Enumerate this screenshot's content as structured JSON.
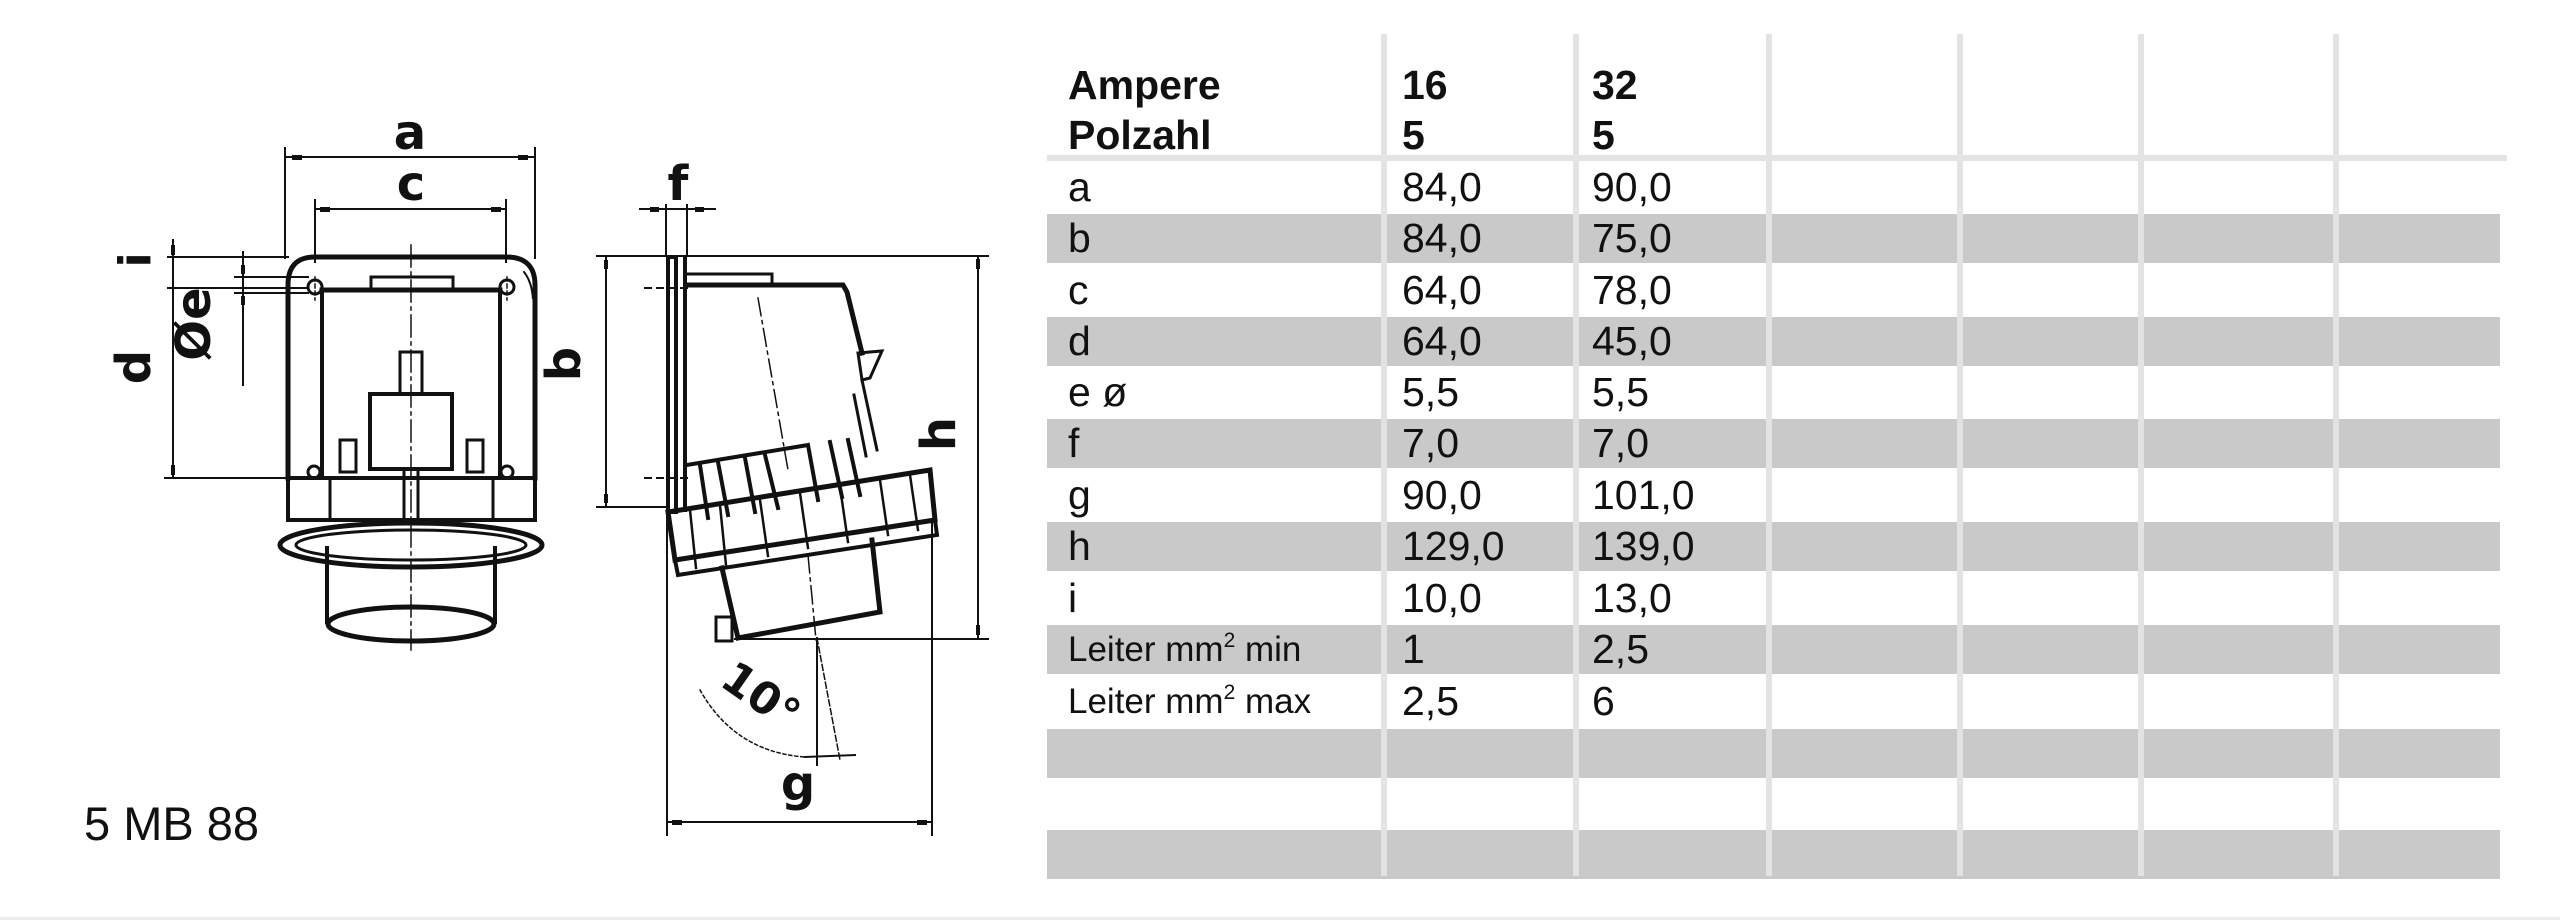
{
  "drawing": {
    "model": "5 MB 88",
    "dimension_labels": {
      "a": "a",
      "c": "c",
      "f": "f",
      "i": "i",
      "e": "Øe",
      "d": "d",
      "b": "b",
      "h": "h",
      "g": "g",
      "angle": "10°"
    }
  },
  "table": {
    "header": {
      "ampere_label": "Ampere",
      "polzahl_label": "Polzahl",
      "columns": [
        {
          "ampere": "16",
          "polzahl": "5"
        },
        {
          "ampere": "32",
          "polzahl": "5"
        }
      ]
    },
    "rows": [
      {
        "label": "a",
        "values": [
          "84,0",
          "90,0"
        ],
        "shade": "white"
      },
      {
        "label": "b",
        "values": [
          "84,0",
          "75,0"
        ],
        "shade": "gray"
      },
      {
        "label": "c",
        "values": [
          "64,0",
          "78,0"
        ],
        "shade": "white"
      },
      {
        "label": "d",
        "values": [
          "64,0",
          "45,0"
        ],
        "shade": "gray"
      },
      {
        "label": "e ø",
        "values": [
          "5,5",
          "5,5"
        ],
        "shade": "white"
      },
      {
        "label": "f",
        "values": [
          "7,0",
          "7,0"
        ],
        "shade": "gray"
      },
      {
        "label": "g",
        "values": [
          "90,0",
          "101,0"
        ],
        "shade": "white"
      },
      {
        "label": "h",
        "values": [
          "129,0",
          "139,0"
        ],
        "shade": "gray"
      },
      {
        "label": "i",
        "values": [
          "10,0",
          "13,0"
        ],
        "shade": "white"
      },
      {
        "label": "Leiter mm",
        "sup": "2",
        "suffix": " min",
        "values": [
          "1",
          "2,5"
        ],
        "shade": "gray"
      },
      {
        "label": "Leiter mm",
        "sup": "2",
        "suffix": " max",
        "values": [
          "2,5",
          "6"
        ],
        "shade": "white"
      },
      {
        "label": "",
        "values": [
          "",
          ""
        ],
        "shade": "gray"
      },
      {
        "label": "",
        "values": [
          "",
          ""
        ],
        "shade": "white"
      },
      {
        "label": "",
        "values": [
          "",
          ""
        ],
        "shade": "gray"
      }
    ],
    "colors": {
      "gray_row": "#c9c9c9",
      "divider": "#e3e3e3",
      "text": "#111111"
    }
  }
}
